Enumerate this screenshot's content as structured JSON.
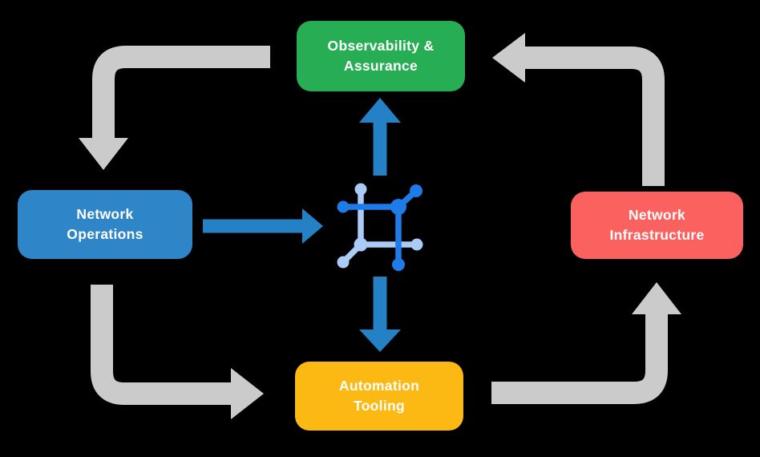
{
  "colors": {
    "background": "#000000",
    "text": "#FFFFFF",
    "gray_arrow": "#CBCBCB",
    "blue_arrow": "#2581C5",
    "icon_dark_blue": "#1E7CE8",
    "icon_light_blue": "#A9CBF5"
  },
  "diagram": {
    "nodes": {
      "observability": {
        "label": "Observability &\nAssurance",
        "color": "#27AE55"
      },
      "network_operations": {
        "label": "Network\nOperations",
        "color": "#2E86C8"
      },
      "network_infrastructure": {
        "label": "Network\nInfrastructure",
        "color": "#FA615F"
      },
      "automation_tooling": {
        "label": "Automation\nTooling",
        "color": "#FDB913"
      }
    },
    "center_icon": "network-mesh-icon",
    "flows": [
      {
        "from": "observability_assurance",
        "to": "network_operations",
        "style": "gray"
      },
      {
        "from": "network_operations",
        "to": "automation_tooling",
        "style": "gray"
      },
      {
        "from": "automation_tooling",
        "to": "network_infrastructure",
        "style": "gray"
      },
      {
        "from": "network_infrastructure",
        "to": "observability_assurance",
        "style": "gray"
      },
      {
        "from": "network_operations",
        "to": "center_icon",
        "style": "blue"
      },
      {
        "from": "center_icon",
        "to": "observability_assurance",
        "style": "blue"
      },
      {
        "from": "center_icon",
        "to": "automation_tooling",
        "style": "blue"
      }
    ]
  }
}
